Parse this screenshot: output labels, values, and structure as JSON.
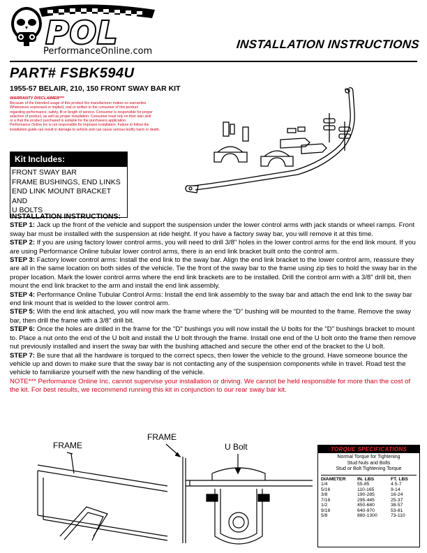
{
  "header": {
    "logo_text": "POL",
    "logo_url": "PerformanceOnline.com",
    "doc_title": "INSTALLATION INSTRUCTIONS"
  },
  "part": {
    "number": "PART# FSBK594U",
    "subtitle": "1955-57 BELAIR, 210, 150 FRONT SWAY BAR KIT"
  },
  "disclaimer": {
    "heading": "WARRANTY DISCLAIMER***",
    "lines": [
      "Because of the intended usage of this product the manufacturer makes no warranties",
      "Whatsoever expressed or implied, oral or written to the consumer of this product",
      "regarding performance, safety, fit or length of service. Consumer is responsible for proper",
      "selection of product, as well as proper installation. Consumer must rely on their own skill",
      "or a that the product purchased is suitable for the purchasers application.",
      "Performance Online Inc is not responsible for improper installation. Failure to follow the",
      "installation guide can result in damage to vehicle and can cause serious bodily harm or death."
    ]
  },
  "kit": {
    "heading": "Kit Includes:",
    "items": [
      "FRONT SWAY BAR",
      "FRAME BUSHINGS, END LINKS",
      "END LINK MOUNT BRACKET AND",
      "U BOLTS"
    ]
  },
  "instructions": {
    "heading": "INSTALLATION INSTRUCTIONS:",
    "steps": [
      {
        "label": "STEP 1:",
        "text": " Jack up the front of the vehicle and support the suspension under the lower control arms with jack stands or wheel ramps. Front sway bar must be installed with the suspension at ride height. If you have a factory sway bar, you will remove it at this time."
      },
      {
        "label": "STEP 2:",
        "text": " If you are using factory lower control arms, you will need to drill 3/8\" holes in the lower control arms for the end link mount. If you are using Performance Online tubular lower control arms, there is an end link bracket built onto the control arm."
      },
      {
        "label": "STEP 3:",
        "text": " Factory lower control arms: Install the end link to the sway bar. Align the end link bracket to the lower control arm, reassure they are all in the same location on both sides of the vehicle. Tie the front of the sway bar to the frame using zip ties to hold the sway bar in the proper location. Mark the lower control arms where the end link brackets are to be installed. Drill the control arm with a 3/8\" drill bit, then mount the end link bracket to the arm and install the end link assembly."
      },
      {
        "label": "STEP 4:",
        "text": " Performance Online Tubular Control Arms: Install the end link assembly to the sway bar and attach the end link to the sway bar end link mount that is welded to the lower control arm."
      },
      {
        "label": "STEP 5:",
        "text": " With the end link attached, you will now mark the frame where the “D” bushing will be mounted to the frame. Remove the sway bar, then drill the frame with a 3/8\" drill bit."
      },
      {
        "label": "STEP 6:",
        "text": " Once the holes are drilled in the frame for the \"D\" bushings you will now install the U bolts for the \"D\" bushings bracket to mount to. Place a nut onto the end of the U bolt and install the U bolt through the frame. Install one end of the U bolt onto the frame then remove nut previously installed and insert the sway bar with the bushing attached and secure the other end of the bracket to the U bolt."
      },
      {
        "label": "STEP 7:",
        "text": " Be sure that all the hardware is torqued to the correct specs, then lower the vehicle to the ground. Have someone bounce the vehicle up and down to make sure that the sway bar is not contacting any of the suspension components while in travel. Road test the vehicle to familiarize yourself with the new handling of the vehicle."
      }
    ],
    "note": "NOTE*** Performance Online Inc. cannot supervise your installation or driving. We cannot be held responsible for more than the cost of the kit. For best results, we recommend running this kit in conjunction to our rear sway bar kit."
  },
  "diagram": {
    "frame_label_1": "FRAME",
    "frame_label_2": "FRAME",
    "ubolt_label": "U Bolt"
  },
  "torque": {
    "heading": "TORQUE SPECIFICATIONS",
    "sub1": "Normal Torque for Tightening",
    "sub2": "Stud Nuts and Bolts",
    "sub3": "Stud or Bolt Tightening Torque",
    "columns": [
      "DIAMETER",
      "IN. LBS",
      "FT. LBS"
    ],
    "rows": [
      [
        "1/4",
        "55-85",
        "4.5-7"
      ],
      [
        "5/16",
        "110-165",
        "9-14"
      ],
      [
        "3/8",
        "190-285",
        "16-24"
      ],
      [
        "7/16",
        "295-445",
        "25-37"
      ],
      [
        "1/2",
        "450-680",
        "38-57"
      ],
      [
        "9/16",
        "640-970",
        "53-81"
      ],
      [
        "5/8",
        "880-1300",
        "73-110"
      ]
    ]
  }
}
